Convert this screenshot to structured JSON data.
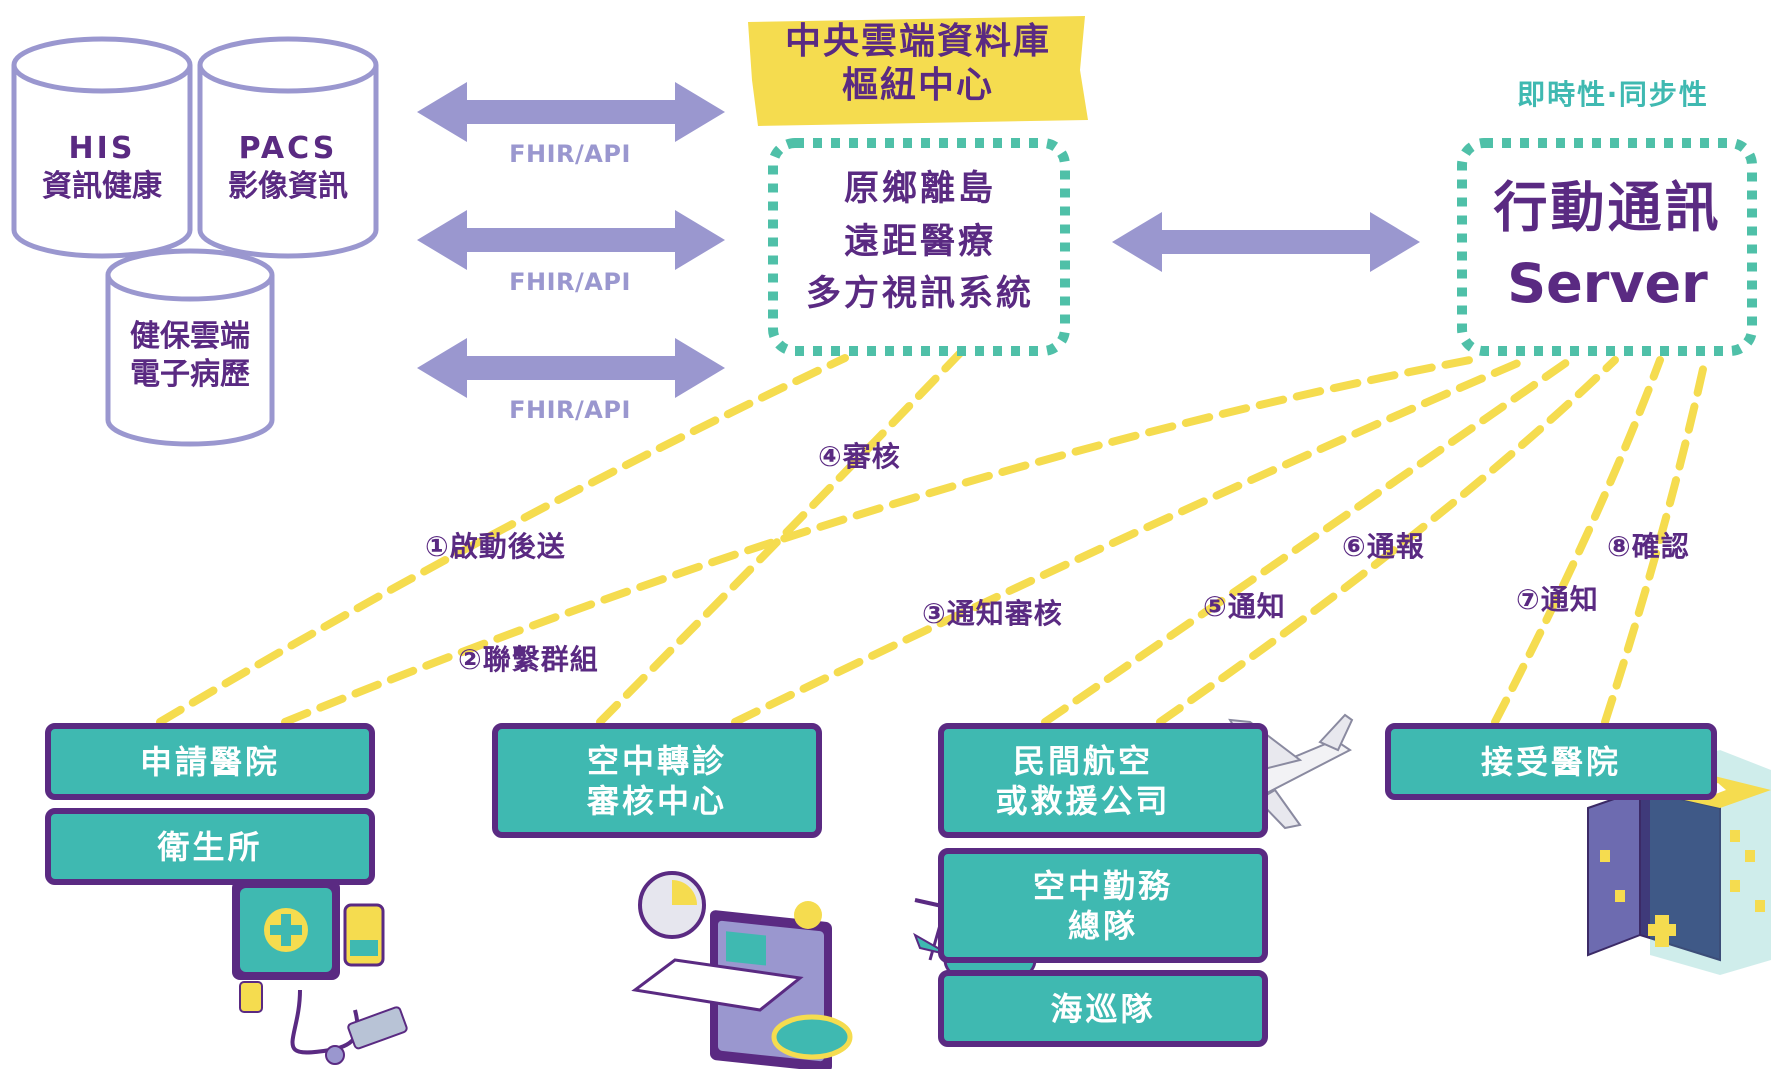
{
  "databases": {
    "his": {
      "line1": "HIS",
      "line2": "資訊健康"
    },
    "pacs": {
      "line1": "PACS",
      "line2": "影像資訊"
    },
    "nhi": {
      "line1": "健保雲端",
      "line2": "電子病歷"
    }
  },
  "fhir_labels": [
    "FHIR/API",
    "FHIR/API",
    "FHIR/API"
  ],
  "central_db": {
    "line1": "中央雲端資料庫",
    "line2": "樞紐中心"
  },
  "telemedicine": {
    "line1": "原鄉離島",
    "line2": "遠距醫療",
    "line3": "多方視訊系統"
  },
  "server_tag": "即時性‧同步性",
  "server": {
    "line1": "行動通訊",
    "line2": "Server"
  },
  "steps": [
    "①啟動後送",
    "②聯繫群組",
    "③通知審核",
    "④審核",
    "⑤通知",
    "⑥通報",
    "⑦通知",
    "⑧確認"
  ],
  "boxes": {
    "apply_hospital": "申請醫院",
    "health_center": "衛生所",
    "review_center": {
      "line1": "空中轉診",
      "line2": "審核中心"
    },
    "airline": {
      "line1": "民間航空",
      "line2": "或救援公司"
    },
    "air_service": {
      "line1": "空中勤務",
      "line2": "總隊"
    },
    "coast_guard": "海巡隊",
    "accept_hospital": "接受醫院"
  },
  "colors": {
    "purple": "#5a2a82",
    "teal": "#3fb9b1",
    "yellow": "#f5dc4f",
    "lavender": "#9a97cf",
    "dotted_teal": "#4fc0a8"
  }
}
